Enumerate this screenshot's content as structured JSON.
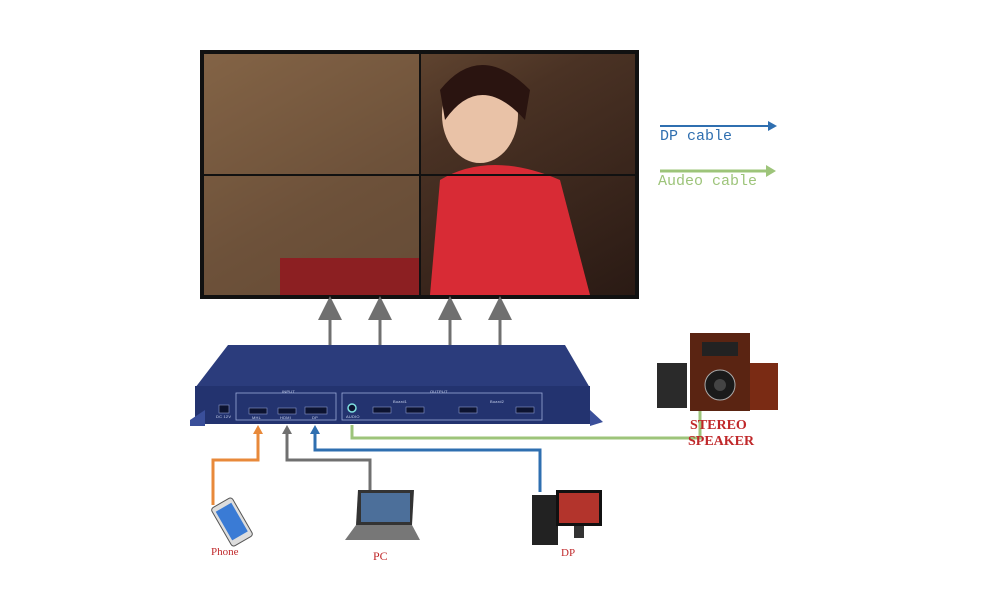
{
  "legend": {
    "dp_cable": "DP cable",
    "audio_cable": "Audeo cable",
    "dp_color": "#2f6fb0",
    "audio_color": "#9dc47a"
  },
  "device": {
    "input_label": "INPUT",
    "output_label": "OUTPUT",
    "ports": [
      "MHL",
      "HDMI",
      "DP"
    ],
    "audio_label": "AUDIO",
    "power_label": "DC 12V",
    "board1": "Board1",
    "board2": "Board2",
    "color": "#23336f"
  },
  "sources": {
    "phone": "Phone",
    "pc": "PC",
    "dp": "DP"
  },
  "speaker": {
    "line1": "STEREO",
    "line2": "SPEAKER"
  },
  "colors": {
    "mhl_cable": "#e8893a",
    "hdmi_cable": "#707070",
    "label_red": "#c0282a"
  }
}
